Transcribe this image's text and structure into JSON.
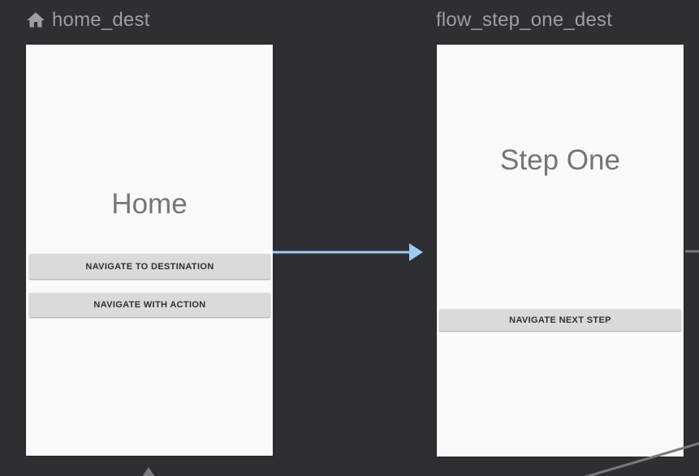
{
  "destinations": [
    {
      "label": "home_dest",
      "icon": "home-icon",
      "preview": {
        "title": "Home",
        "buttons": [
          "NAVIGATE TO DESTINATION",
          "NAVIGATE WITH ACTION"
        ]
      }
    },
    {
      "label": "flow_step_one_dest",
      "preview": {
        "title": "Step One",
        "buttons": [
          "NAVIGATE NEXT STEP"
        ]
      }
    }
  ],
  "colors": {
    "canvas_bg": "#2d2f31",
    "card_bg": "#fafafa",
    "header_text": "#9b9fa3",
    "preview_title_text": "#757575",
    "button_bg": "#dadada",
    "button_text": "#2f2f2f",
    "action_arrow": "#a3c9f3",
    "edge_line": "#77797b"
  }
}
